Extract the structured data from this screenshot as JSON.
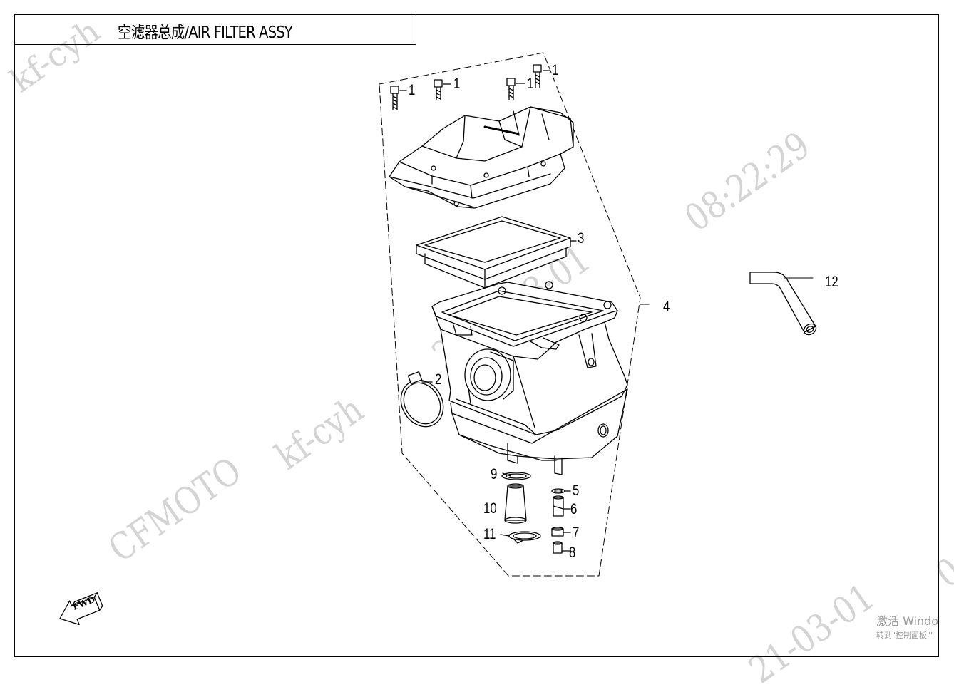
{
  "title": "空滤器总成/AIR FILTER ASSY",
  "watermarks": {
    "brand": "CFMOTO",
    "user_1": "kf-cyh",
    "user_2": "kf-cyh",
    "date_1": "2021-03-01",
    "time_1": "08:22:29",
    "date_2": "21-03-01",
    "date_3": "0"
  },
  "os_overlay": {
    "line_1": "激活 Windo",
    "line_2": "转到\"控制面板\"\""
  },
  "fwd_label": "FWD",
  "callouts": [
    {
      "id": "bolt-a",
      "label": "1"
    },
    {
      "id": "bolt-b",
      "label": "1"
    },
    {
      "id": "bolt-c",
      "label": "1"
    },
    {
      "id": "bolt-d",
      "label": "1"
    },
    {
      "id": "clamp",
      "label": "2"
    },
    {
      "id": "filter-element",
      "label": "3"
    },
    {
      "id": "assembly",
      "label": "4"
    },
    {
      "id": "clip-5",
      "label": "5"
    },
    {
      "id": "tube-6",
      "label": "6"
    },
    {
      "id": "clip-7",
      "label": "7"
    },
    {
      "id": "plug-8",
      "label": "8"
    },
    {
      "id": "clip-9",
      "label": "9"
    },
    {
      "id": "drain-tube-10",
      "label": "10"
    },
    {
      "id": "clip-11",
      "label": "11"
    },
    {
      "id": "breather-hose-12",
      "label": "12"
    }
  ],
  "colors": {
    "line": "#000000",
    "watermark": "#d4d4d4",
    "overlay_text": "#9a9a9a"
  }
}
